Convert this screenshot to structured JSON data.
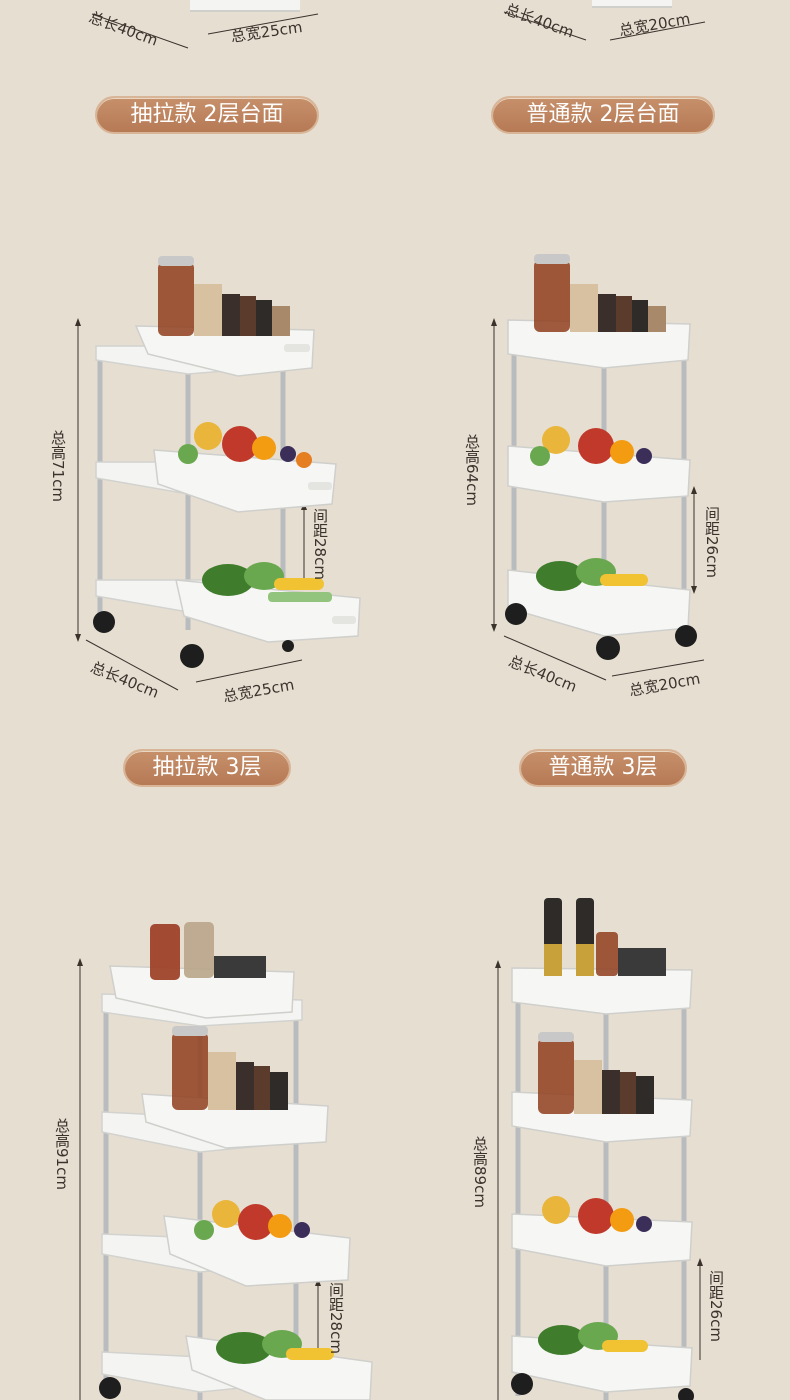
{
  "top_row": {
    "left": {
      "length": "总长40cm",
      "width": "总宽25cm"
    },
    "right": {
      "length": "总长40cm",
      "width": "总宽20cm"
    }
  },
  "labels": {
    "drawer_2_top": "抽拉款 2层台面",
    "normal_2_top": "普通款 2层台面",
    "drawer_3": "抽拉款 3层",
    "normal_3": "普通款 3层"
  },
  "row2": {
    "left": {
      "height": "总高71cm",
      "gap": "间距28cm",
      "length": "总长40cm",
      "width": "总宽25cm"
    },
    "right": {
      "height": "总高64cm",
      "gap": "间距26cm",
      "length": "总长40cm",
      "width": "总宽20cm"
    }
  },
  "row3": {
    "left": {
      "height": "总高91cm",
      "gap": "间距28cm"
    },
    "right": {
      "height": "总高89cm",
      "gap": "间距26cm"
    }
  },
  "colors": {
    "background": "#e7ded2",
    "pill": "#b67a55",
    "pill_text": "#ffffff",
    "cart_white": "#f4f4f2",
    "chrome": "#b9bcbf"
  }
}
